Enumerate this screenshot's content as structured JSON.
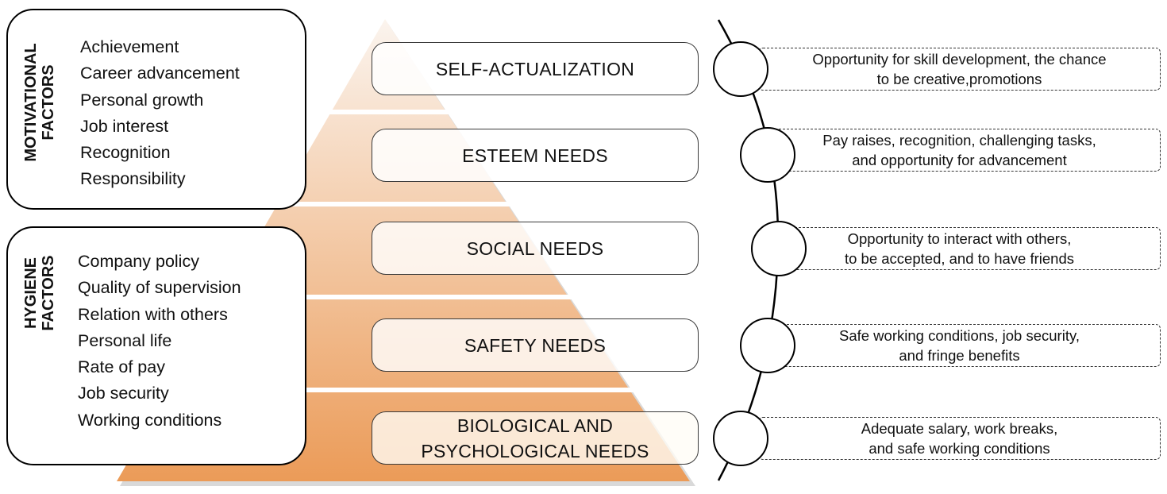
{
  "motivational": {
    "title_line1": "MOTIVATIONAL",
    "title_line2": "FACTORS",
    "items": [
      "Achievement",
      "Career advancement",
      "Personal growth",
      "Job interest",
      "Recognition",
      "Responsibility"
    ]
  },
  "hygiene": {
    "title_line1": "HYGIENE",
    "title_line2": "FACTORS",
    "items": [
      "Company policy",
      "Quality of supervision",
      "Relation with others",
      "Personal life",
      "Rate of pay",
      "Job security",
      "Working conditions"
    ]
  },
  "pyramid": {
    "colors": {
      "top": "#fbf4ee",
      "bottom": "#eb9b58",
      "shadow": "#d9d9d9"
    },
    "levels": [
      {
        "line1": "SELF-ACTUALIZATION",
        "line2": "",
        "note_line1": "Opportunity for skill development, the chance",
        "note_line2": "to be creative,promotions"
      },
      {
        "line1": "ESTEEM NEEDS",
        "line2": "",
        "note_line1": "Pay raises, recognition, challenging tasks,",
        "note_line2": "and opportunity for advancement"
      },
      {
        "line1": "SOCIAL NEEDS",
        "line2": "",
        "note_line1": "Opportunity to interact with others,",
        "note_line2": "to be accepted, and to have friends"
      },
      {
        "line1": "SAFETY NEEDS",
        "line2": "",
        "note_line1": "Safe working conditions, job security,",
        "note_line2": "and fringe benefits"
      },
      {
        "line1": "BIOLOGICAL AND",
        "line2": "PSYCHOLOGICAL NEEDS",
        "note_line1": "Adequate salary, work breaks,",
        "note_line2": "and safe working conditions"
      }
    ]
  }
}
